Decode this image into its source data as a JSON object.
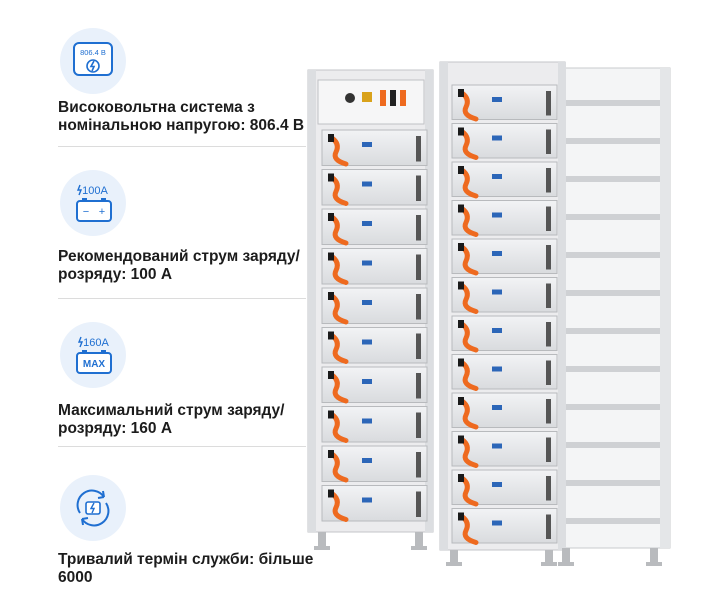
{
  "features": [
    {
      "icon": "voltage-display-icon",
      "icon_text": "806.4 B",
      "text": "Високовольтна система з номінальною напругою: 806.4 В"
    },
    {
      "icon": "battery-current-icon",
      "icon_text": "100A",
      "text": "Рекомендований струм заряду/розряду: 100 А"
    },
    {
      "icon": "battery-max-current-icon",
      "icon_text": "160A",
      "icon_subtext": "MAX",
      "text": "Максимальний струм заряду/розряду: 160 А"
    },
    {
      "icon": "lifespan-cycle-icon",
      "text": "Тривалий термін служби: більше 6000"
    }
  ],
  "colors": {
    "accent": "#1f6fd1",
    "cable": "#ee6a1f",
    "rack": "#e6e7e9"
  }
}
